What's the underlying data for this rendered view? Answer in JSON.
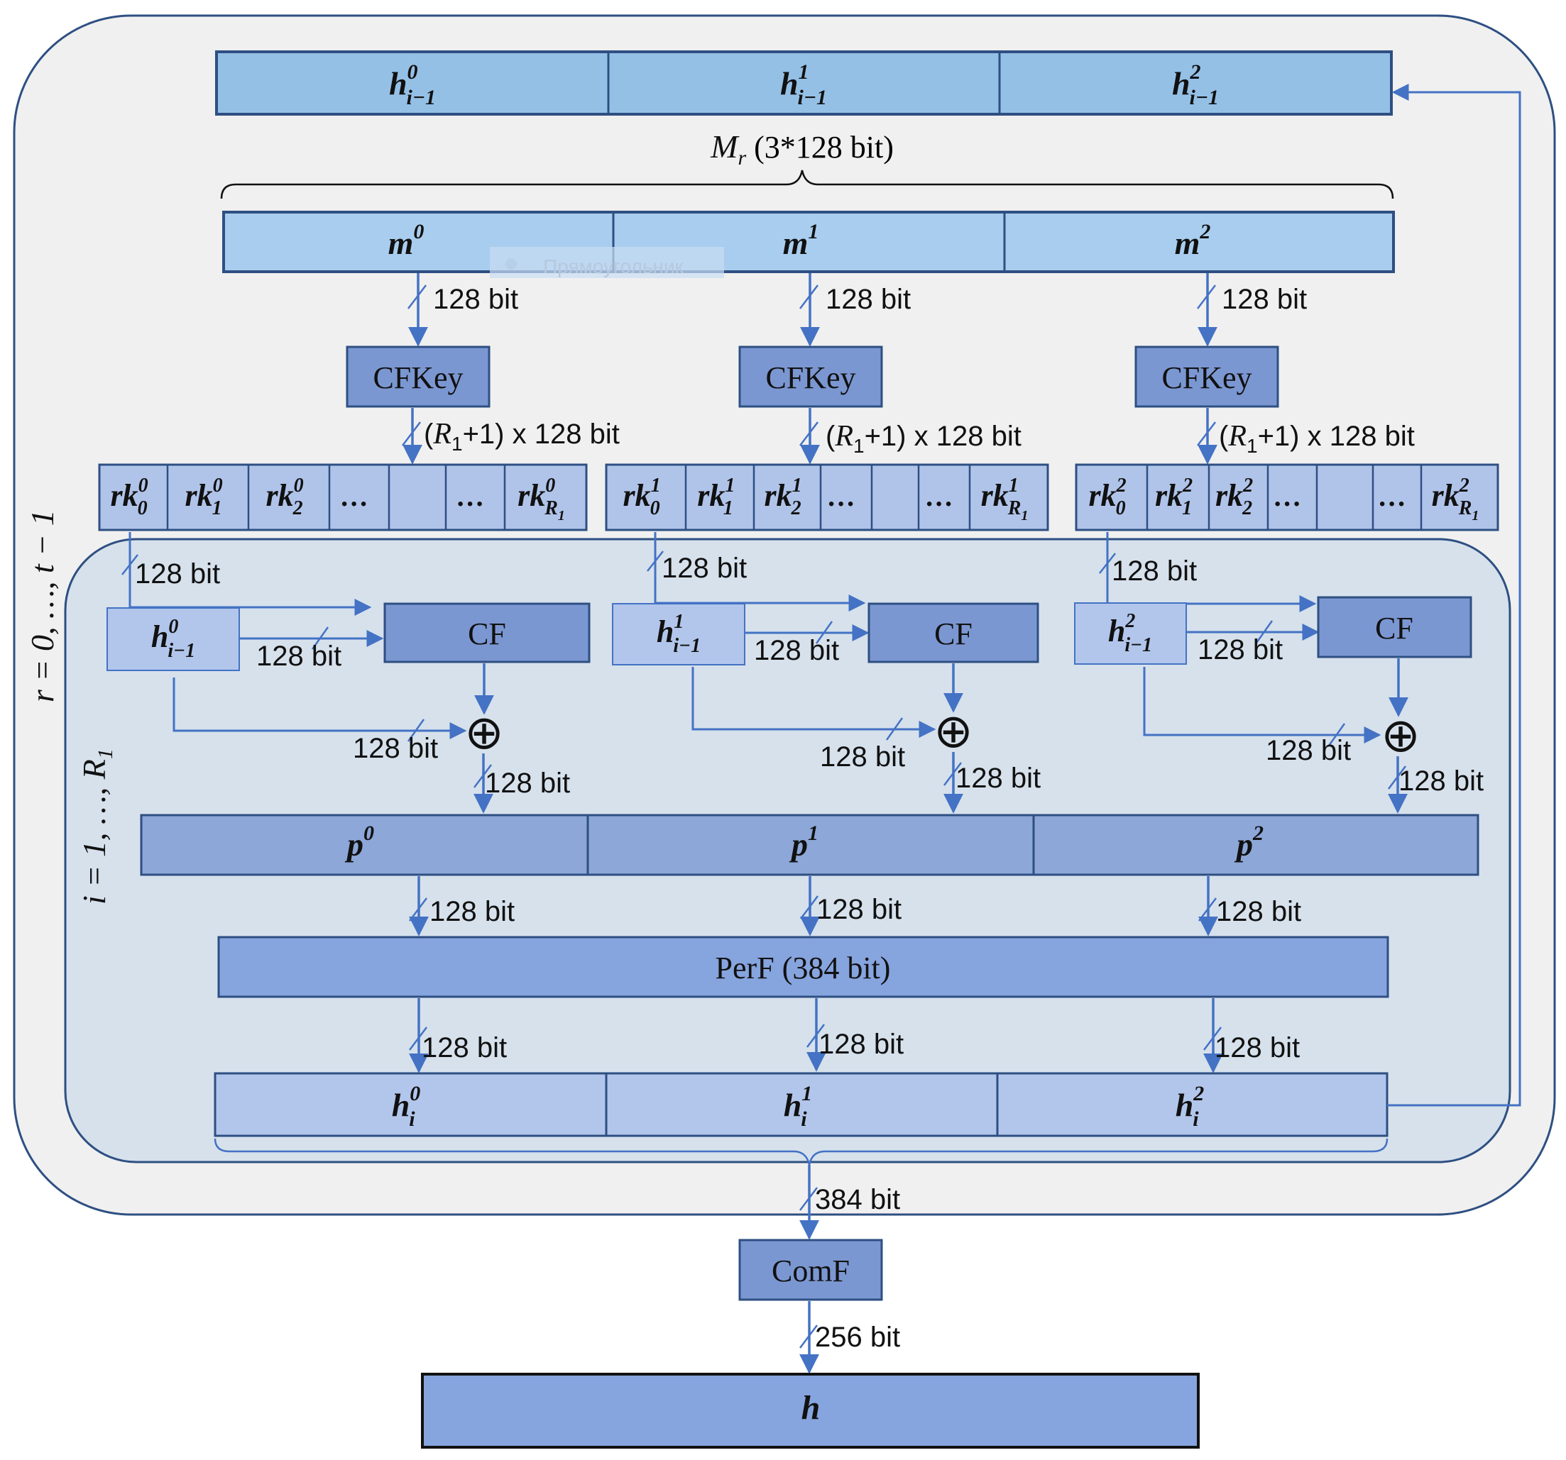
{
  "outer_loop_label": "r = 0, …, t − 1",
  "inner_loop_label": "i = 1, …, R",
  "inner_loop_label_sub": "1",
  "top_state": [
    {
      "base": "h",
      "sup": "0",
      "sub": "i−1"
    },
    {
      "base": "h",
      "sup": "1",
      "sub": "i−1"
    },
    {
      "base": "h",
      "sup": "2",
      "sub": "i−1"
    }
  ],
  "message_brace_label": {
    "base": "M",
    "sub": "r",
    "rest": " (3*128 bit)"
  },
  "message_blocks": [
    {
      "base": "m",
      "sup": "0"
    },
    {
      "base": "m",
      "sup": "1"
    },
    {
      "base": "m",
      "sup": "2"
    }
  ],
  "watermark_text": "Прямоугольник",
  "bit_label_128": "128 bit",
  "cfkey_label": "CFKey",
  "round_key_label": {
    "open": "(",
    "base": "R",
    "sub": "1",
    "rest": "+1) x 128 bit"
  },
  "round_key_groups": [
    {
      "cells": [
        {
          "base": "rk",
          "sup": "0",
          "sub": "0"
        },
        {
          "base": "rk",
          "sup": "0",
          "sub": "1"
        },
        {
          "base": "rk",
          "sup": "0",
          "sub": "2"
        },
        {
          "text": "…"
        },
        {
          "text": ""
        },
        {
          "text": "…"
        },
        {
          "base": "rk",
          "sup": "0",
          "sub": "R",
          "subsub": "1"
        }
      ]
    },
    {
      "cells": [
        {
          "base": "rk",
          "sup": "1",
          "sub": "0"
        },
        {
          "base": "rk",
          "sup": "1",
          "sub": "1"
        },
        {
          "base": "rk",
          "sup": "1",
          "sub": "2"
        },
        {
          "text": "…"
        },
        {
          "text": ""
        },
        {
          "text": "…"
        },
        {
          "base": "rk",
          "sup": "1",
          "sub": "R",
          "subsub": "1"
        }
      ]
    },
    {
      "cells": [
        {
          "base": "rk",
          "sup": "2",
          "sub": "0"
        },
        {
          "base": "rk",
          "sup": "2",
          "sub": "1"
        },
        {
          "base": "rk",
          "sup": "2",
          "sub": "2"
        },
        {
          "text": "…"
        },
        {
          "text": ""
        },
        {
          "text": "…"
        },
        {
          "base": "rk",
          "sup": "2",
          "sub": "R",
          "subsub": "1"
        }
      ]
    }
  ],
  "branch_inputs": [
    {
      "base": "h",
      "sup": "0",
      "sub": "i−1"
    },
    {
      "base": "h",
      "sup": "1",
      "sub": "i−1"
    },
    {
      "base": "h",
      "sup": "2",
      "sub": "i−1"
    }
  ],
  "cf_label": "CF",
  "xor_symbol": "⊕",
  "p_blocks": [
    {
      "base": "p",
      "sup": "0"
    },
    {
      "base": "p",
      "sup": "1"
    },
    {
      "base": "p",
      "sup": "2"
    }
  ],
  "perf_label": "PerF (384 bit)",
  "output_state": [
    {
      "base": "h",
      "sup": "0",
      "sub": "i"
    },
    {
      "base": "h",
      "sup": "1",
      "sub": "i"
    },
    {
      "base": "h",
      "sup": "2",
      "sub": "i"
    }
  ],
  "bit_label_384": "384 bit",
  "comf_label": "ComF",
  "bit_label_256": "256 bit",
  "final_hash_label": "h",
  "colors": {
    "outer_bg": "#f0f0f0",
    "inner_bg": "#d6e1ec",
    "border": "#2e4f82",
    "arrow": "#4472c4",
    "top_state_fill": "#95c0e6",
    "message_fill": "#a9cdee",
    "dark_box_fill": "#7b97d2",
    "rk_fill": "#b0c4ea",
    "p_fill": "#8ca7d8",
    "perf_fill": "#86a4de",
    "output_fill": "#b2c6ec",
    "final_fill": "#86a4de"
  }
}
